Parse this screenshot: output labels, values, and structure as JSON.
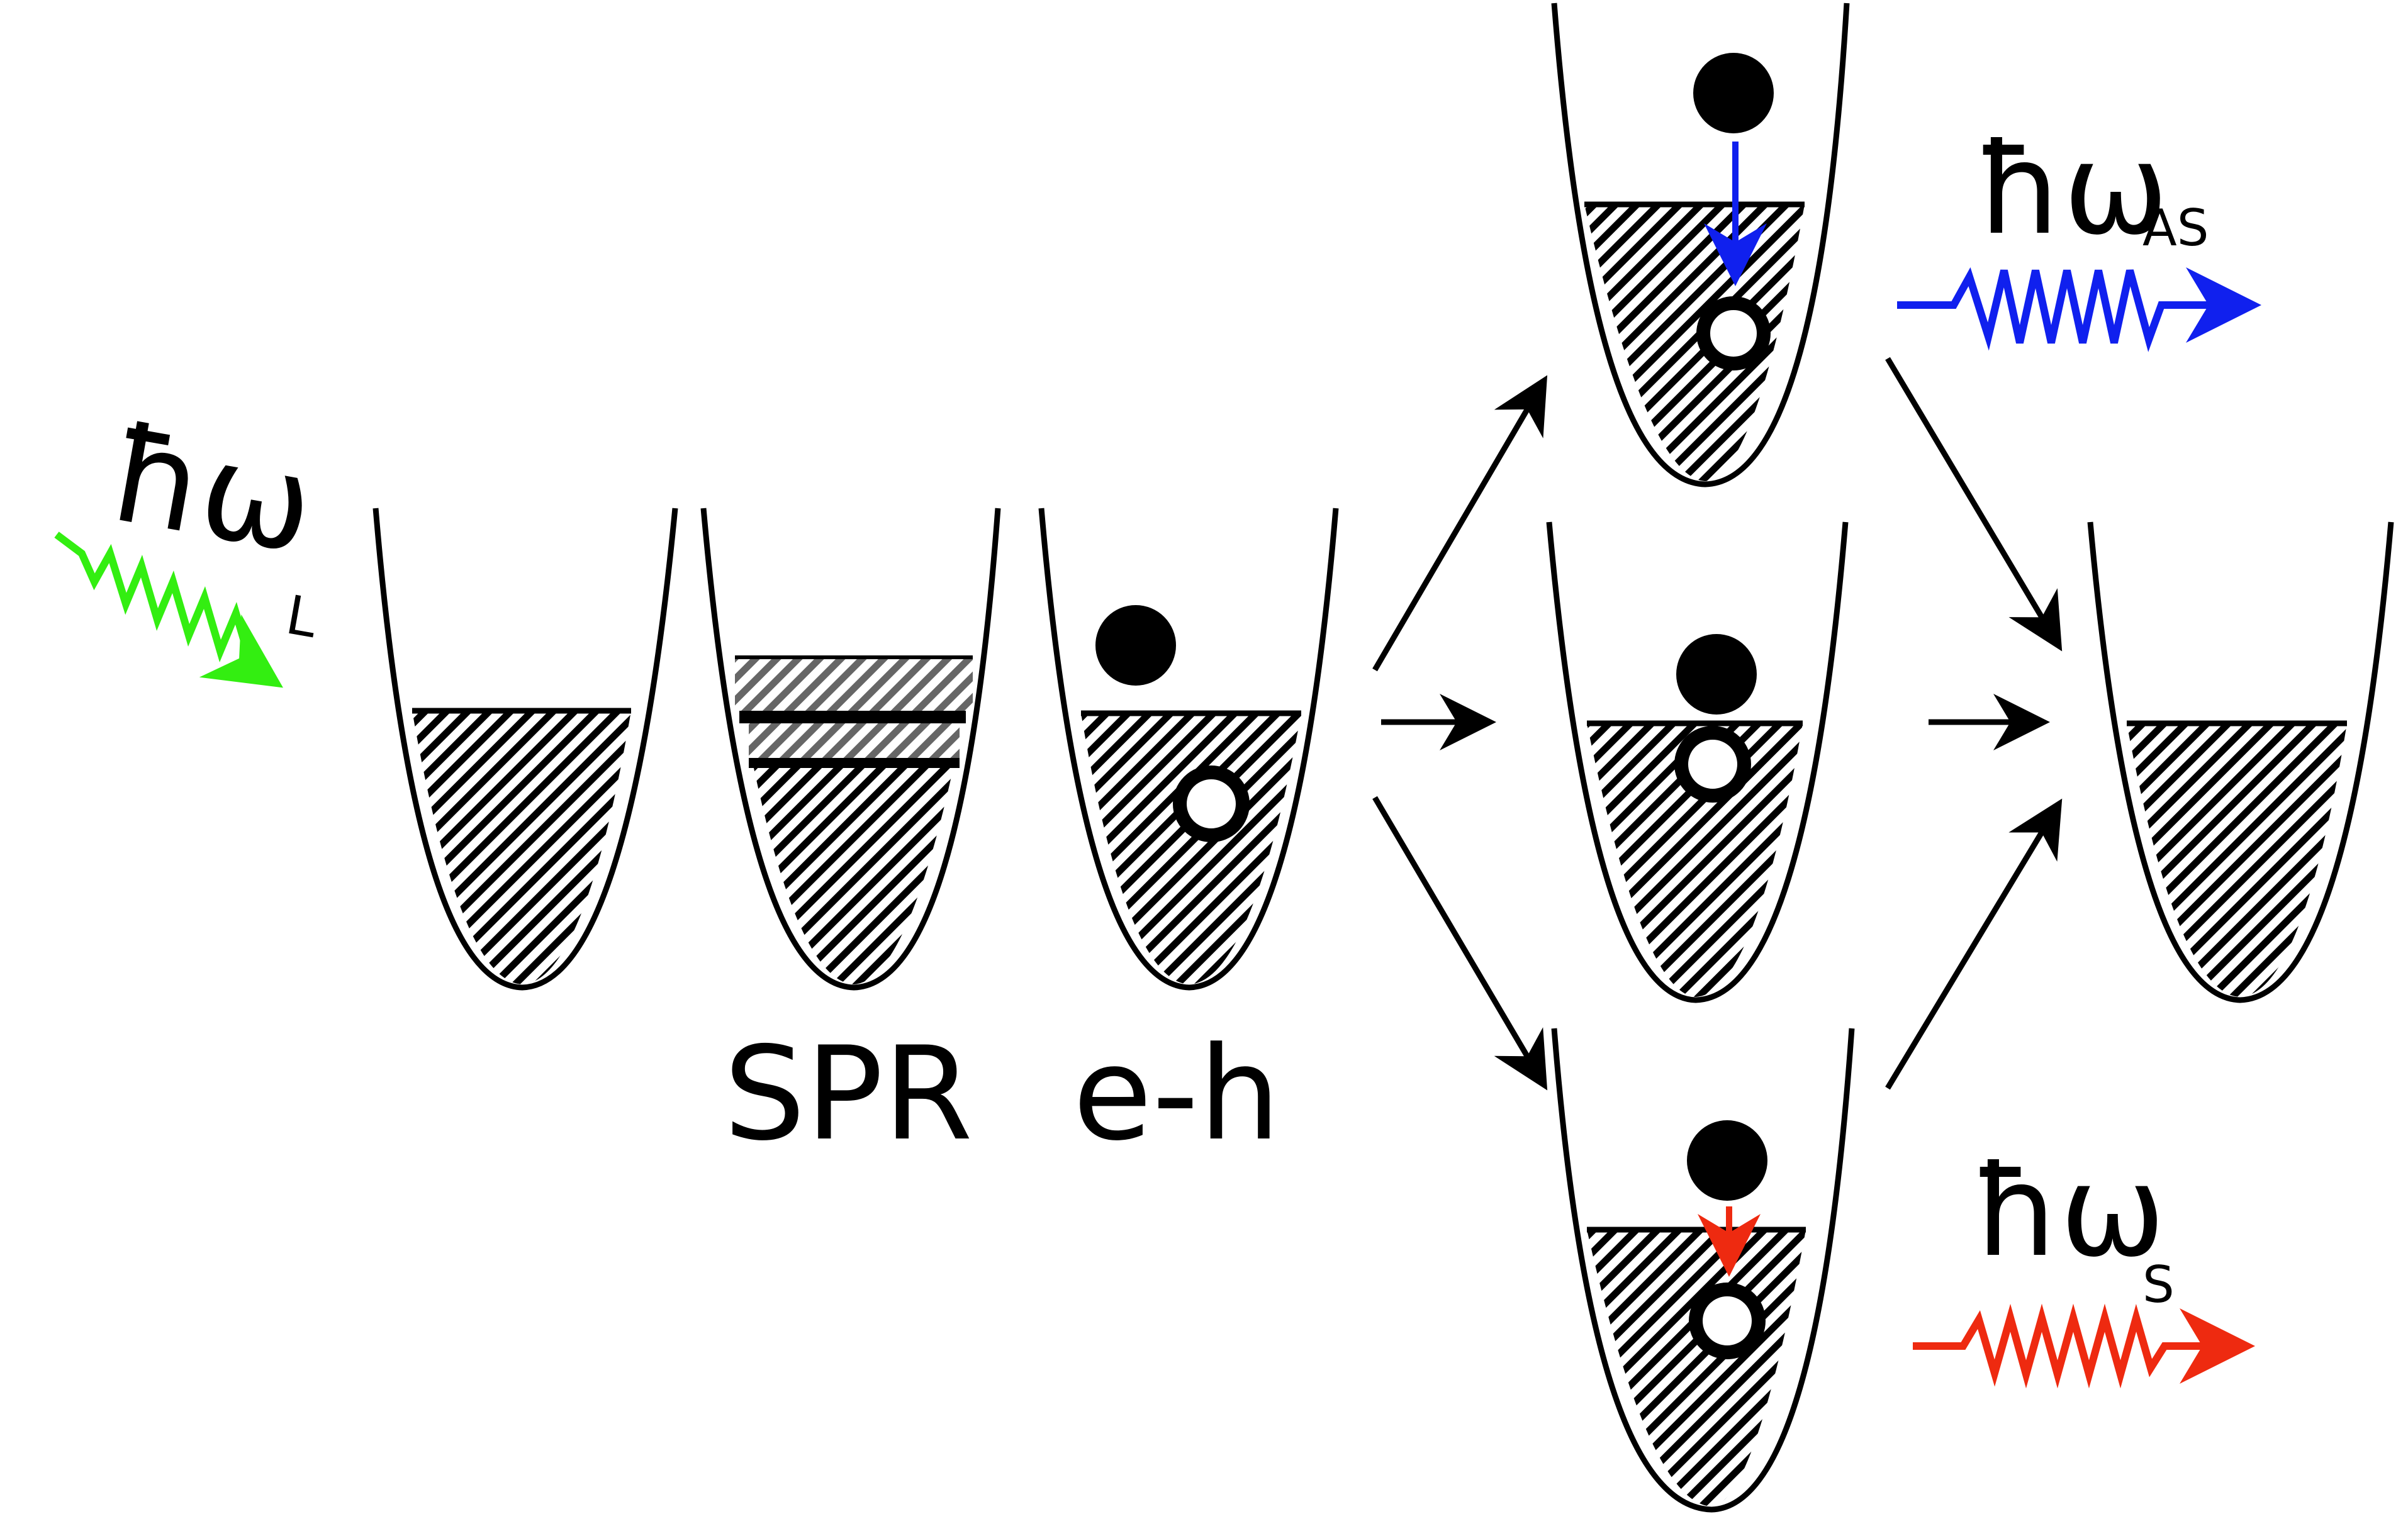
{
  "labels": {
    "laser_hbar": "ħω",
    "laser_sub": "L",
    "spr": "SPR",
    "eh": "e-h",
    "anti_stokes_hbar": "ħω",
    "anti_stokes_sub": "AS",
    "stokes_hbar": "ħω",
    "stokes_sub": "S"
  },
  "colors": {
    "laser": "#33ee11",
    "anti_stokes": "#1020ee",
    "stokes": "#ee2a10",
    "line": "#000000",
    "fill": "#000000",
    "spr_band": "#555555"
  }
}
